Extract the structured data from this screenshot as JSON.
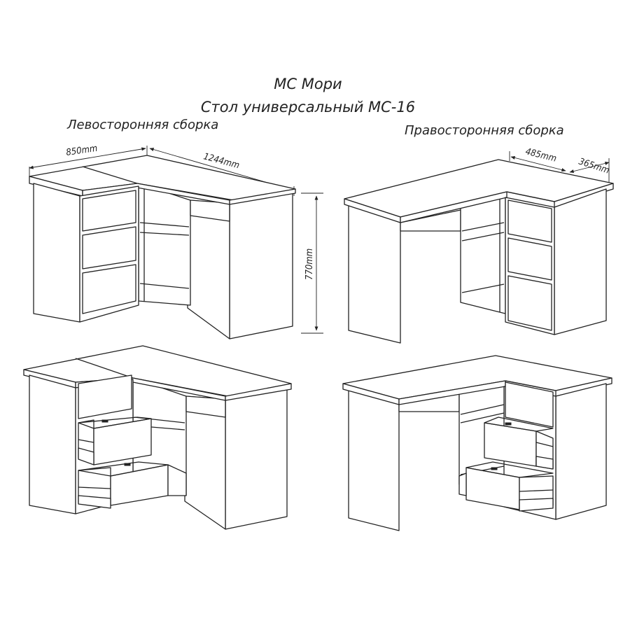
{
  "title": {
    "brand": "МС Мори",
    "product": "Стол универсальный МС-16"
  },
  "captions": {
    "left_assembly": "Левосторонняя сборка",
    "right_assembly": "Правосторонняя сборка"
  },
  "dimensions": {
    "left_depth": "850mm",
    "left_width": "1244mm",
    "height": "770mm",
    "right_depth": "485mm",
    "right_side": "365mm"
  }
}
